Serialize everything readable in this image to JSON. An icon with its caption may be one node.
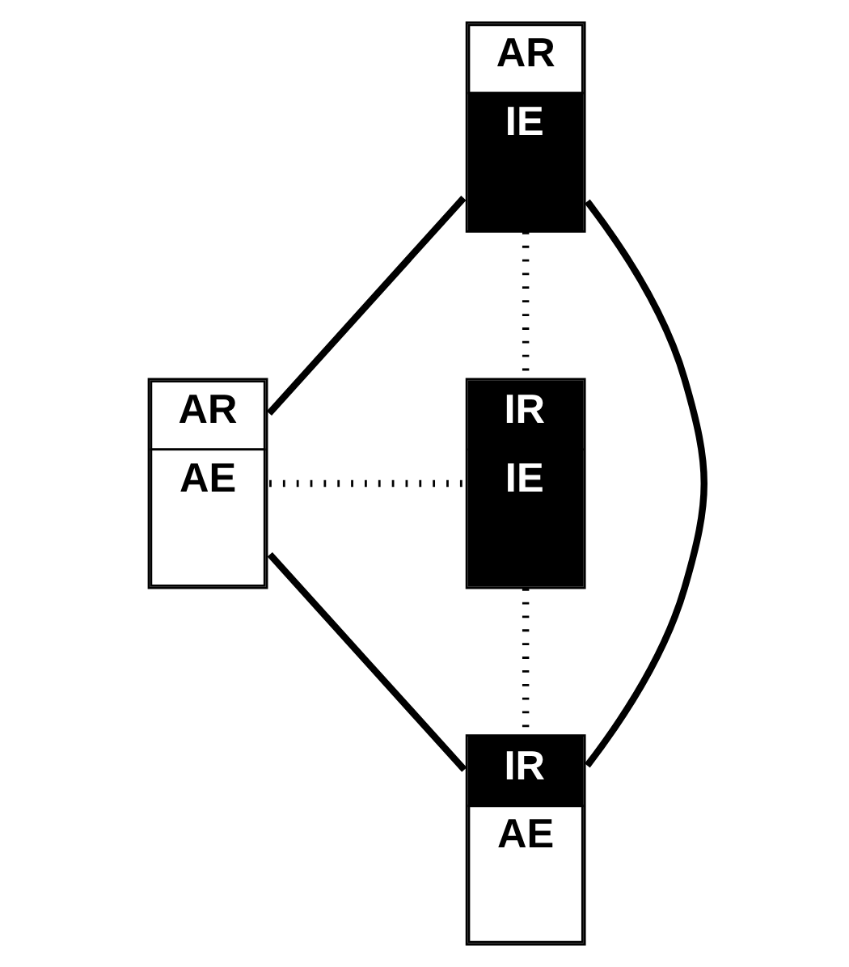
{
  "diagram": {
    "nodes": [
      {
        "text": [
          "AR",
          "IE"
        ]
      },
      {
        "text": [
          "AR",
          "AE"
        ]
      },
      {
        "text": [
          "IR",
          "IE"
        ]
      },
      {
        "text": [
          "IR",
          "AE"
        ]
      }
    ],
    "edges": [
      {
        "from": 1,
        "to": 0,
        "arrow": "none"
      },
      {
        "from": 0,
        "to": 3,
        "arrow": "none"
      },
      {
        "from": 1,
        "to": 3,
        "arrow": "none"
      },
      {
        "from": 0,
        "to": 2,
        "arrow": "none",
        "style": "dashed"
      },
      {
        "from": 1,
        "to": 2,
        "arrow": "none",
        "style": "dashed"
      },
      {
        "from": 3,
        "to": 2,
        "arrow": "none",
        "style": "dashed"
      }
    ]
  }
}
